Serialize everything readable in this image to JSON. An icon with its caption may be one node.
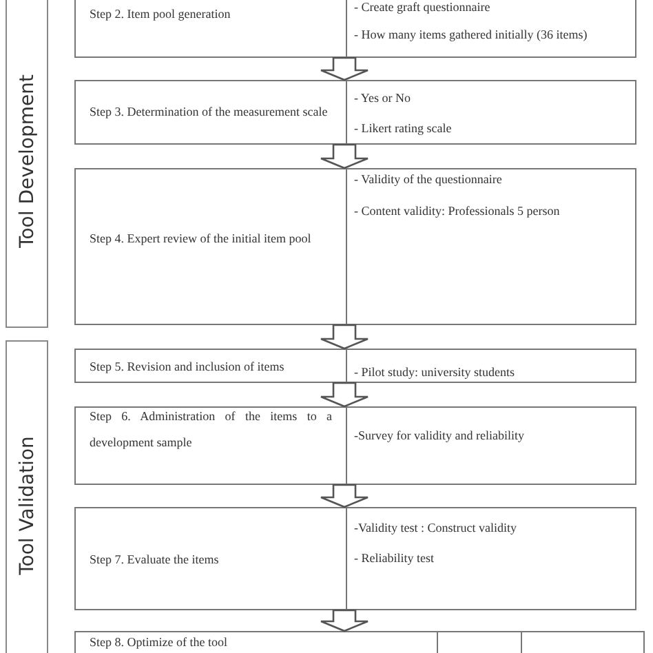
{
  "diagram": {
    "nodes": [
      {
        "text": [
          "Tool Development"
        ]
      },
      {
        "text": [
          "Step 2. Item pool generation",
          "- Create graft questionnaire",
          "- How many items gathered initially (36 items)"
        ]
      },
      {
        "text": [
          "Step 3. Determination of the measurement scale",
          "- Yes or No",
          "- Likert rating scale"
        ]
      },
      {
        "text": [
          "Step 4. Expert review of the initial item pool",
          "- Validity of the questionnaire",
          "- Content validity: Professionals 5 person"
        ]
      },
      {
        "text": [
          "Tool Validation"
        ]
      },
      {
        "text": [
          "Step 5. Revision and inclusion of items",
          "- Pilot study: university students"
        ]
      },
      {
        "text": [
          "Step 6. Administration of the items to a development sample",
          "-Survey for validity and reliability"
        ]
      },
      {
        "text": [
          "Step 7. Evaluate the items",
          "-Validity test : Construct validity",
          "- Reliability test"
        ]
      },
      {
        "text": [
          "Step 8. Optimize of the tool"
        ]
      }
    ],
    "edges": [
      {
        "from": 1,
        "to": 2,
        "arrow": "to"
      },
      {
        "from": 2,
        "to": 3,
        "arrow": "to"
      },
      {
        "from": 3,
        "to": 5,
        "arrow": "to"
      },
      {
        "from": 5,
        "to": 6,
        "arrow": "to"
      },
      {
        "from": 6,
        "to": 7,
        "arrow": "to"
      },
      {
        "from": 7,
        "to": 8,
        "arrow": "to"
      }
    ]
  }
}
